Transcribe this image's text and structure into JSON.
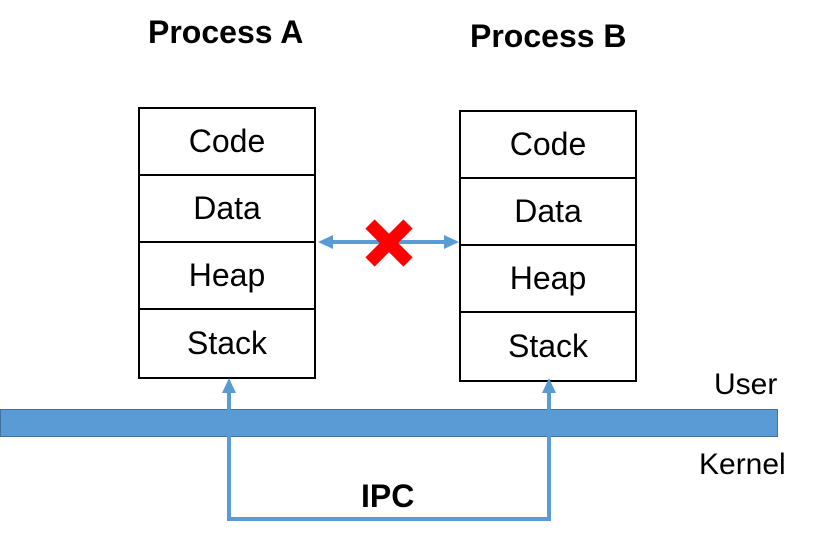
{
  "process_a": {
    "title": "Process A",
    "segments": [
      "Code",
      "Data",
      "Heap",
      "Stack"
    ]
  },
  "process_b": {
    "title": "Process B",
    "segments": [
      "Code",
      "Data",
      "Heap",
      "Stack"
    ]
  },
  "labels": {
    "user": "User",
    "kernel": "Kernel",
    "ipc": "IPC"
  },
  "colors": {
    "arrow": "#5b9bd5",
    "bar": "#5b9bd5",
    "blocked_mark": "#ff0000"
  },
  "icons": {
    "blocked": "x-mark-icon"
  }
}
